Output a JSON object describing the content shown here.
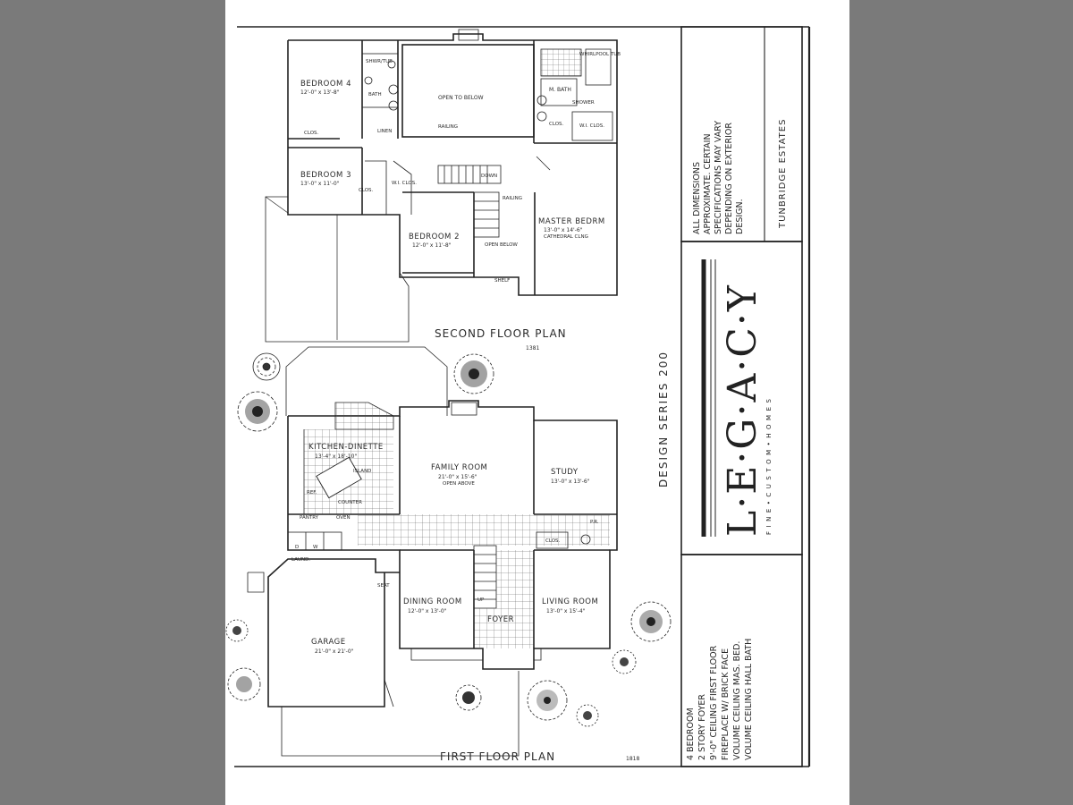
{
  "second_floor": {
    "title": "SECOND FLOOR PLAN",
    "sqft": "1381  ",
    "rooms": {
      "bedroom4": {
        "name": "BEDROOM 4",
        "dims": "12'-0\" x 13'-8\""
      },
      "bath": "BATH",
      "shower_tub": "SHWR/TUB",
      "open_to_below": "OPEN TO BELOW",
      "railing": "RAILING",
      "linen": "LINEN",
      "clos_b4": "CLOS.",
      "bedroom3": {
        "name": "BEDROOM 3",
        "dims": "13'-0\" x 11'-0\""
      },
      "clos_b3": "CLOS.",
      "wic_b3": "W.I. CLOS.",
      "bedroom2": {
        "name": "BEDROOM 2",
        "dims": "12'-0\" x 11'-8\""
      },
      "down": "DOWN",
      "railing2": "RAILING",
      "open_below": "OPEN BELOW",
      "shelf": "SHELF",
      "m_bath": "M. BATH",
      "whirlpool": "WHIRLPOOL TUB",
      "shower": "SHOWER",
      "clos_m": "CLOS.",
      "wic_m": "W.I. CLOS.",
      "master": {
        "name": "MASTER BEDRM",
        "dims": "13'-0\" x 14'-6\"",
        "note": "CATHEDRAL CLNG"
      }
    }
  },
  "first_floor": {
    "title": "FIRST FLOOR PLAN",
    "sqft": "1818  ",
    "rooms": {
      "kitchen": {
        "name": "KITCHEN-DINETTE",
        "dims": "13'-4\" x 18'-10\""
      },
      "island": "ISLAND",
      "counter": "COUNTER",
      "ref": "REF.",
      "pantry": "PANTRY",
      "oven": "OVEN",
      "dw": "D",
      "washer": "W",
      "laundry": "LAUND.",
      "family": {
        "name": "FAMILY ROOM",
        "dims": "21'-0\" x 15'-6\"",
        "note": "OPEN ABOVE"
      },
      "study": {
        "name": "STUDY",
        "dims": "13'-0\" x 13'-6\""
      },
      "pr": "P.R.",
      "clos": "CLOS.",
      "dining": {
        "name": "DINING ROOM",
        "dims": "12'-0\" x 13'-0\""
      },
      "foyer": "FOYER",
      "living": {
        "name": "LIVING ROOM",
        "dims": "13'-0\" x 15'-4\""
      },
      "garage": {
        "name": "GARAGE",
        "dims": "21'-0\" x 21'-0\""
      },
      "seat": "SEAT",
      "up": "UP"
    }
  },
  "design_series": "DESIGN SERIES 200",
  "notes": {
    "l1": "ALL DIMENSIONS",
    "l2": "APPROXIMATE. CERTAIN",
    "l3": "SPECIFICATIONS MAY VARY",
    "l4": "DEPENDING ON EXTERIOR",
    "l5": "DESIGN."
  },
  "subdivision": "TUNBRIDGE ESTATES",
  "logo": {
    "name": "L·E·G·A·C·Y",
    "tagline": "FINE•CUSTOM•HOMES"
  },
  "features": {
    "l1": "4 BEDROOM",
    "l2": "2 STORY FOYER",
    "l3": "9'-0\" CEILING FIRST FLOOR",
    "l4": "FIREPLACE W/ BRICK FACE",
    "l5": "VOLUME CEILING MAS. BED.",
    "l6": "VOLUME CEILING HALL BATH"
  }
}
